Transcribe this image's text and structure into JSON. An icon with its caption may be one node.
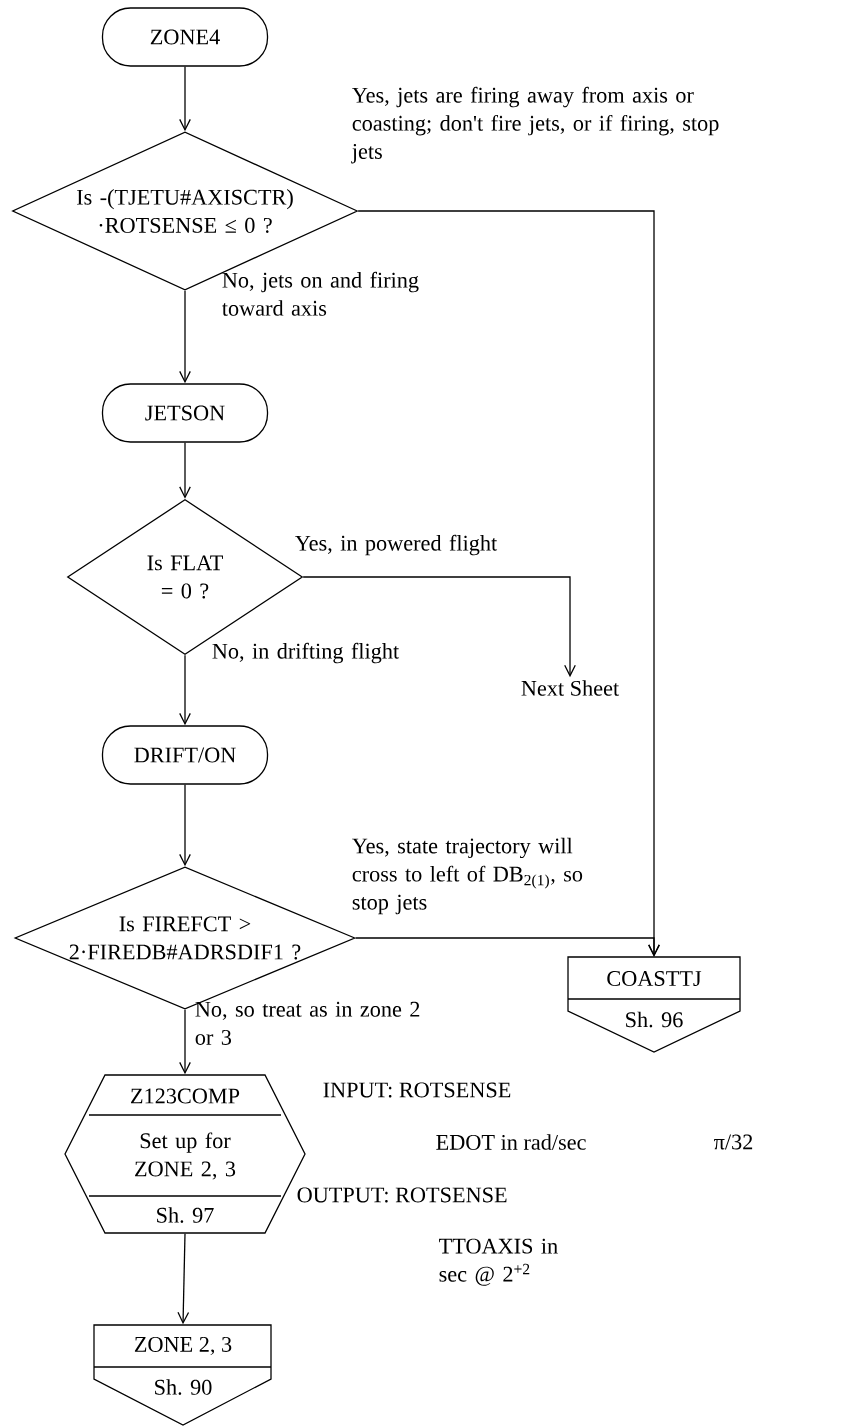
{
  "diagram": {
    "nodes": [
      {
        "text": [
          "ZONE4"
        ]
      },
      {
        "text": [
          "Is -(TJETU#AXISCTR) ·ROTSENSE ≤ 0 ?"
        ]
      },
      {
        "text": [
          "JETSON"
        ]
      },
      {
        "text": [
          "Is FLAT = 0 ?"
        ]
      },
      {
        "text": [
          "Next Sheet"
        ]
      },
      {
        "text": [
          "DRIFT/ON"
        ]
      },
      {
        "text": [
          "Is FIREFCT > 2·FIREDB#ADRSDIF1 ?"
        ]
      },
      {
        "text": [
          "COASTTJ",
          "Sh. 96"
        ]
      },
      {
        "text": [
          "Z123COMP",
          "Set up for ZONE 2, 3",
          "Sh. 97"
        ]
      },
      {
        "text": [
          "ZONE 2, 3",
          "Sh. 90"
        ]
      }
    ],
    "edges": [
      {
        "from": 0,
        "to": 1,
        "arrow": "to"
      },
      {
        "from": 1,
        "to": 7,
        "arrow": "to",
        "label": "Yes, jets are firing away from axis or coasting; don't fire jets, or if firing, stop jets"
      },
      {
        "from": 1,
        "to": 2,
        "arrow": "to",
        "label": "No, jets on and firing toward axis"
      },
      {
        "from": 2,
        "to": 3,
        "arrow": "to"
      },
      {
        "from": 3,
        "to": 4,
        "arrow": "to",
        "label": "Yes, in powered flight"
      },
      {
        "from": 3,
        "to": 5,
        "arrow": "to",
        "label": "No, in drifting flight"
      },
      {
        "from": 5,
        "to": 6,
        "arrow": "to"
      },
      {
        "from": 6,
        "to": 7,
        "arrow": "to",
        "label": "Yes, state trajectory will cross to left of DB$_{2(1)}$, so stop jets"
      },
      {
        "from": 6,
        "to": 8,
        "arrow": "to",
        "label": "No, so treat as in zone 2 or 3"
      },
      {
        "from": 8,
        "to": 9,
        "arrow": "to"
      }
    ],
    "labels": [
      "INPUT: ROTSENSE",
      "EDOT in rad/sec",
      "π/32",
      "OUTPUT: ROTSENSE",
      "TTOAXIS in sec @ 2$^{+2}$"
    ]
  }
}
